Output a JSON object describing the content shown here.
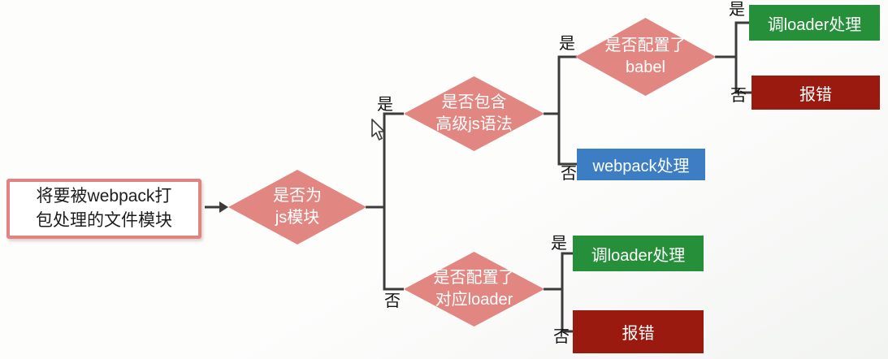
{
  "colors": {
    "diamond": "#e28681",
    "start_border": "#e08482",
    "green": "#268f3a",
    "dark_red": "#9b1a10",
    "blue": "#3d7dc4",
    "line": "#3b3b3b"
  },
  "nodes": {
    "start": {
      "text": "将要被webpack打\n包处理的文件模块"
    },
    "is_js_module": {
      "text": "是否为\njs模块"
    },
    "contains_advanced_js": {
      "text": "是否包含\n高级js语法"
    },
    "babel_configured": {
      "text": "是否配置了\nbabel"
    },
    "loader_configured": {
      "text": "是否配置了\n对应loader"
    },
    "webpack_process": {
      "text": "webpack处理"
    },
    "call_loader_top": {
      "text": "调loader处理"
    },
    "error_top": {
      "text": "报错"
    },
    "call_loader_bottom": {
      "text": "调loader处理"
    },
    "error_bottom": {
      "text": "报错"
    }
  },
  "edge_labels": {
    "yes": "是",
    "no": "否"
  }
}
